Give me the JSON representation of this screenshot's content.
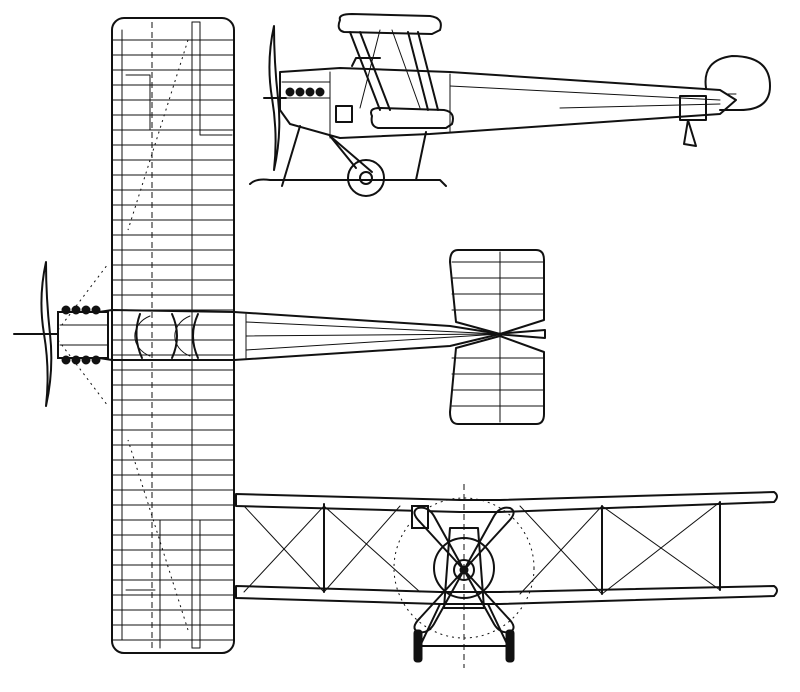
{
  "figure": {
    "views": [
      "side-view",
      "plan-view",
      "front-view"
    ],
    "line_color": "#111111",
    "background_color": "#ffffff"
  }
}
